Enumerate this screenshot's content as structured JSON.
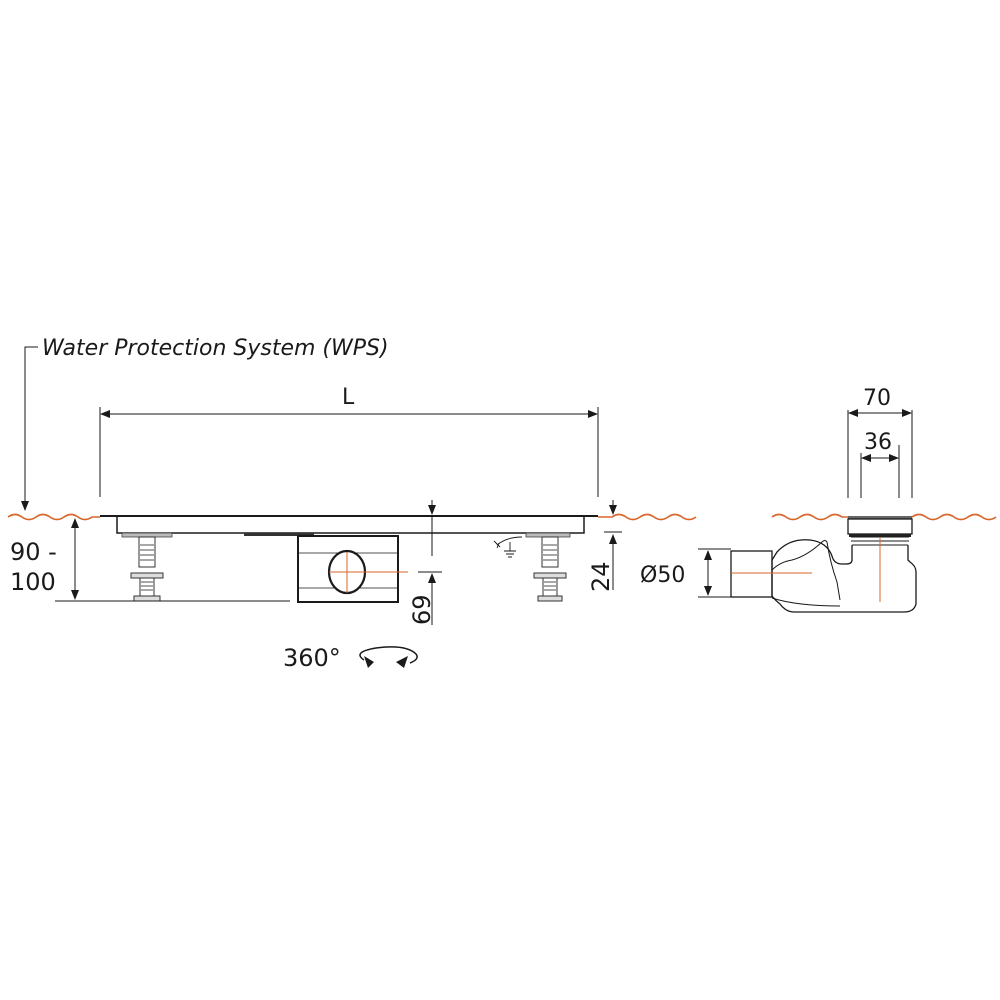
{
  "labels": {
    "wps": "Water Protection System (WPS)",
    "length": "L",
    "height_range_top": "90 -",
    "height_range_bottom": "100",
    "outlet_height": "69",
    "body_height": "24",
    "rotation": "360°",
    "outer_width": "70",
    "inner_width": "36",
    "pipe_diameter": "Ø50"
  },
  "colors": {
    "line": "#1a1a1a",
    "floor": "#d9662a"
  }
}
